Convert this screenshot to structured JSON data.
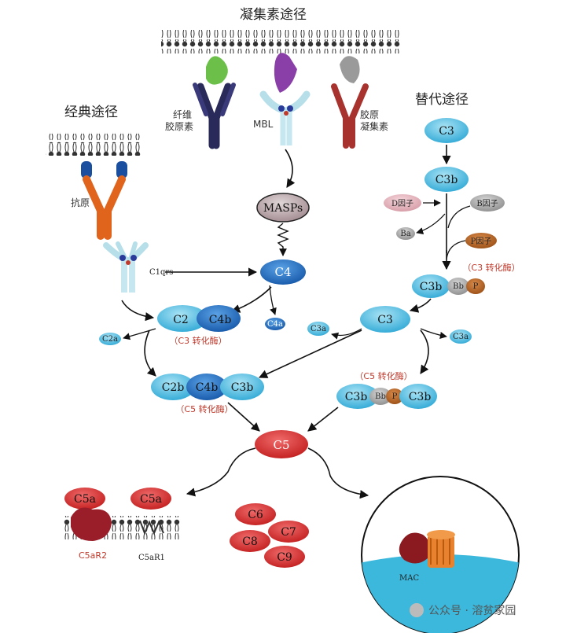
{
  "titles": {
    "lectin": "凝集素途径",
    "classical": "经典途径",
    "alternative": "替代途径"
  },
  "receptors": {
    "fibrinogen": [
      "纤维",
      "胶原素"
    ],
    "mbl": "MBL",
    "collagen": [
      "胶原",
      "凝集素"
    ],
    "antigen": "抗原",
    "c1qrs": "C1qrs"
  },
  "molecules": {
    "masps": "MASPs",
    "c4": "C4",
    "c4a": "C4a",
    "c2": "C2",
    "c4b": "C4b",
    "c2a": "C2a",
    "c2b": "C2b",
    "c4b2": "C4b",
    "c3b_small": "C3b",
    "c3": "C3",
    "c3a_left": "C3a",
    "c3a_right": "C3a",
    "alt_c3": "C3",
    "alt_c3b": "C3b",
    "factor_d": "D因子",
    "factor_b": "B因子",
    "ba": "Ba",
    "factor_p": "P因子",
    "alt_c3b2": "C3b",
    "bb": "Bb",
    "p": "P",
    "c5conv_c3b1": "C3b",
    "c5conv_bb": "Bb",
    "c5conv_p": "P",
    "c5conv_c3b2": "C3b",
    "c5": "C5",
    "c5a_left": "C5a",
    "c5a_right": "C5a",
    "c6": "C6",
    "c7": "C7",
    "c8": "C8",
    "c9": "C9",
    "mac": "MAC"
  },
  "enzyme_labels": {
    "c3_convertase_classical": "（C3 转化酶）",
    "c3_convertase_alt": "（C3 转化酶）",
    "c5_convertase_classical": "（C5 转化酶）",
    "c5_convertase_alt": "（C5 转化酶）"
  },
  "receptor_labels": {
    "c5ar2": "C5aR2",
    "c5ar1": "C5aR1"
  },
  "watermark": "公众号 · 溶贫家园",
  "colors": {
    "dark_blue": "#1f6fc2",
    "light_blue": "#5bbde0",
    "red": "#d92b2b",
    "membrane": "#444444",
    "mac_bg": "#3bb8dc",
    "label_red": "#c0392b"
  }
}
